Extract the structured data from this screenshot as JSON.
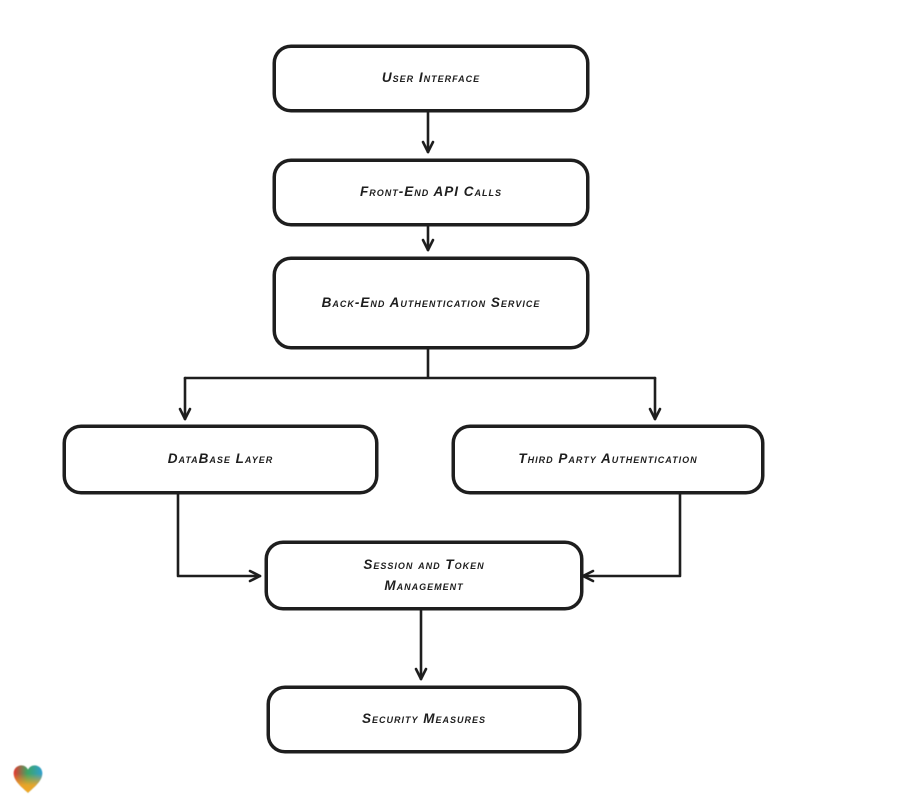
{
  "canvas": {
    "background": "#ffffff",
    "stroke_color": "#1e1e1e",
    "fill_color": "#ffffff"
  },
  "diagram": {
    "type": "flowchart",
    "nodes": [
      {
        "id": "user-interface",
        "label": "User Interface"
      },
      {
        "id": "front-end-api-calls",
        "label": "Front-End API Calls"
      },
      {
        "id": "back-end-auth-service",
        "label": "Back-End Authentication Service"
      },
      {
        "id": "database-layer",
        "label": "DataBase Layer"
      },
      {
        "id": "third-party-auth",
        "label": "Third Party Authentication"
      },
      {
        "id": "session-token-management",
        "label": "Session and Token Management"
      },
      {
        "id": "security-measures",
        "label": "Security Measures"
      }
    ],
    "edges": [
      {
        "from": "user-interface",
        "to": "front-end-api-calls"
      },
      {
        "from": "front-end-api-calls",
        "to": "back-end-auth-service"
      },
      {
        "from": "back-end-auth-service",
        "to": "database-layer"
      },
      {
        "from": "back-end-auth-service",
        "to": "third-party-auth"
      },
      {
        "from": "database-layer",
        "to": "session-token-management"
      },
      {
        "from": "third-party-auth",
        "to": "session-token-management"
      },
      {
        "from": "session-token-management",
        "to": "security-measures"
      }
    ]
  },
  "footer": {
    "logo": "gradient-heart-logo",
    "logo_colors": {
      "red": "#e8352e",
      "blue": "#2f9fd0",
      "orange": "#f6a623"
    }
  }
}
